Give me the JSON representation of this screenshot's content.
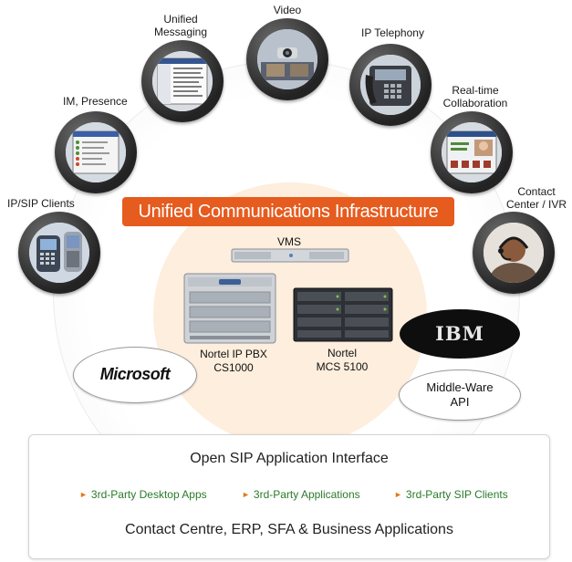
{
  "nodes": {
    "ip_sip_clients": "IP/SIP Clients",
    "im_presence": "IM, Presence",
    "unified_messaging": [
      "Unified",
      "Messaging"
    ],
    "video": "Video",
    "ip_telephony": "IP Telephony",
    "realtime_collaboration": [
      "Real-time",
      "Collaboration"
    ],
    "contact_center": [
      "Contact",
      "Center / IVR"
    ]
  },
  "banner": "Unified Communications Infrastructure",
  "hardware": {
    "vms": "VMS",
    "pbx": [
      "Nortel IP PBX",
      "CS1000"
    ],
    "mcs": [
      "Nortel",
      "MCS 5100"
    ]
  },
  "partners": {
    "microsoft": "Microsoft",
    "ibm": "IBM",
    "middleware": [
      "Middle-Ware",
      "API"
    ]
  },
  "bottom": {
    "title": "Open SIP Application Interface",
    "items": [
      "3rd-Party Desktop Apps",
      "3rd-Party Applications",
      "3rd-Party SIP Clients"
    ],
    "footer": "Contact Centre, ERP, SFA & Business Applications"
  },
  "colors": {
    "banner_bg": "#e65b1e",
    "core_fill": "#fdeedd",
    "item_text": "#2b7a2b",
    "bullet": "#e07a1a"
  }
}
